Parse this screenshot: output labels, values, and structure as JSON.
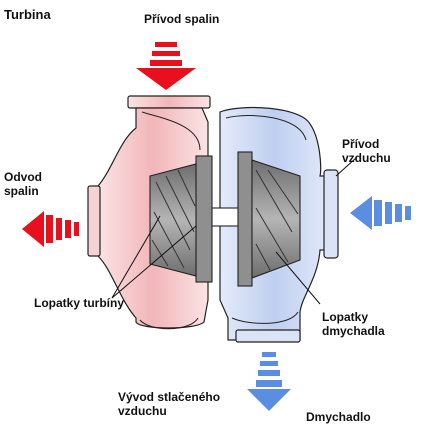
{
  "title": "Turbina",
  "labels": {
    "exhaust_in": "Přívod spalin",
    "exhaust_out": "Odvod\nspalin",
    "air_in": "Přívod\nvzduchu",
    "turbine_blades": "Lopatky turbíny",
    "compressor_blades": "Lopatky\ndmychadla",
    "compressed_air_out": "Vývod stlačeného\nvzduchu",
    "compressor": "Dmychadlo"
  },
  "colors": {
    "exhaust": "#e8101c",
    "air": "#5b8ee0",
    "turbine_housing": "#f4c7c9",
    "compressor_housing": "#c9d6f2",
    "blades": "#8a8a8a",
    "outline": "#222222"
  },
  "icons": {
    "exhaust_in": "arrow-down-icon",
    "exhaust_out": "arrow-left-icon",
    "air_in": "arrow-left-icon",
    "air_out": "arrow-down-icon"
  }
}
